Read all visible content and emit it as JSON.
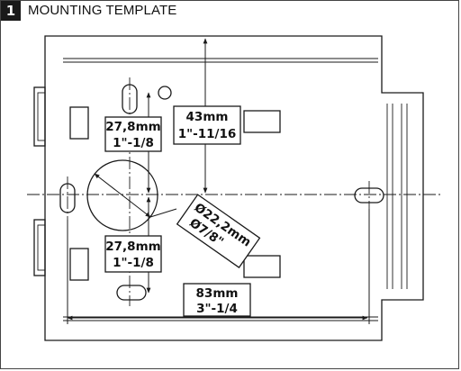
{
  "header": {
    "step_number": "1",
    "title": "MOUNTING TEMPLATE"
  },
  "dimensions": {
    "hole_spacing_top": {
      "metric": "27,8mm",
      "imperial": "1\"-1/8"
    },
    "hole_spacing_bottom": {
      "metric": "27,8mm",
      "imperial": "1\"-1/8"
    },
    "top_to_center": {
      "metric": "43mm",
      "imperial": "1\"-11/16"
    },
    "knockout_diameter": {
      "metric": "Ø22,2mm",
      "imperial": "Ø7/8\""
    },
    "slot_spacing": {
      "metric": "83mm",
      "imperial": "3\"-1/4"
    }
  },
  "colors": {
    "line": "#1a1a1a",
    "background": "#ffffff"
  }
}
